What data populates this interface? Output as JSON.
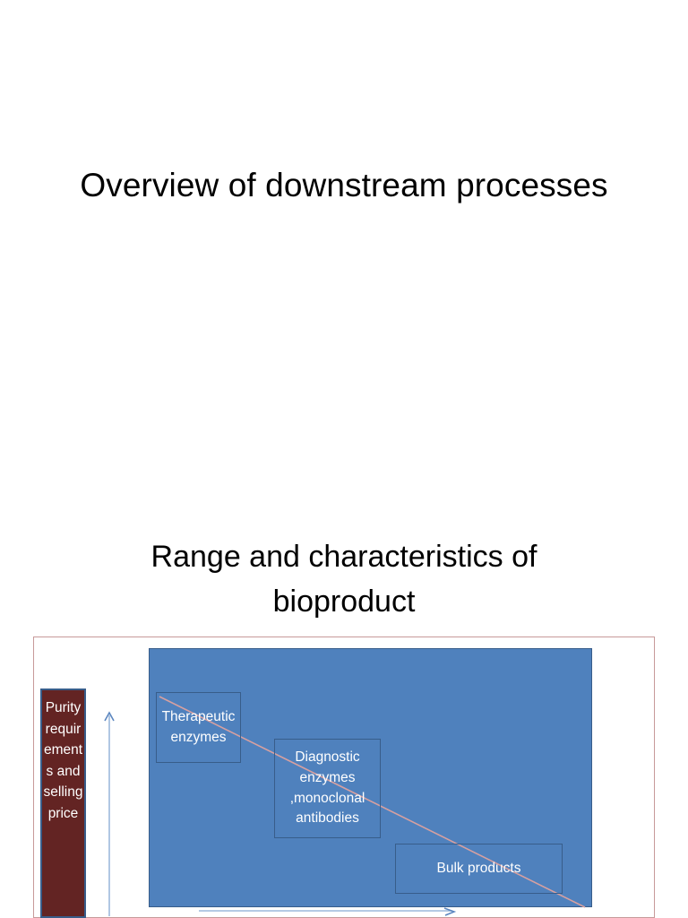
{
  "slide_one": {
    "title": "Overview of downstream processes"
  },
  "slide_two": {
    "title": "Range and characteristics of bioproduct",
    "axis": {
      "y_label": "Purity requirements and selling price",
      "y_arrow_icon": "up-arrow-icon",
      "x_arrow_icon": "right-arrow-icon"
    },
    "chart_data": {
      "type": "scatter",
      "title": "Range and characteristics of bioproduct",
      "xlabel": "",
      "ylabel": "Purity requirements and selling price",
      "grid": false,
      "legend": "none",
      "annotations": [
        {
          "label": "Therapeutic enzymes",
          "x": 0.06,
          "y": 0.92
        },
        {
          "label": "Diagnostic enzymes ,monoclonal antibodies",
          "x": 0.37,
          "y": 0.62
        },
        {
          "label": "Bulk products",
          "x": 0.76,
          "y": 0.2
        }
      ],
      "trend_line": {
        "style": "solid",
        "color": "#d7a0a0",
        "from": [
          0.03,
          0.98
        ],
        "to": [
          0.98,
          0.02
        ],
        "direction": "decreasing"
      }
    },
    "colors": {
      "chart_fill": "#4f81bd",
      "chart_border": "#385d8a",
      "axis_band_fill": "#632423",
      "frame_border": "#c79a9a",
      "arrow": "#95b3d7",
      "trend_line": "#d7a0a0",
      "text_on_chart": "#ffffff",
      "title_text": "#000000"
    }
  }
}
